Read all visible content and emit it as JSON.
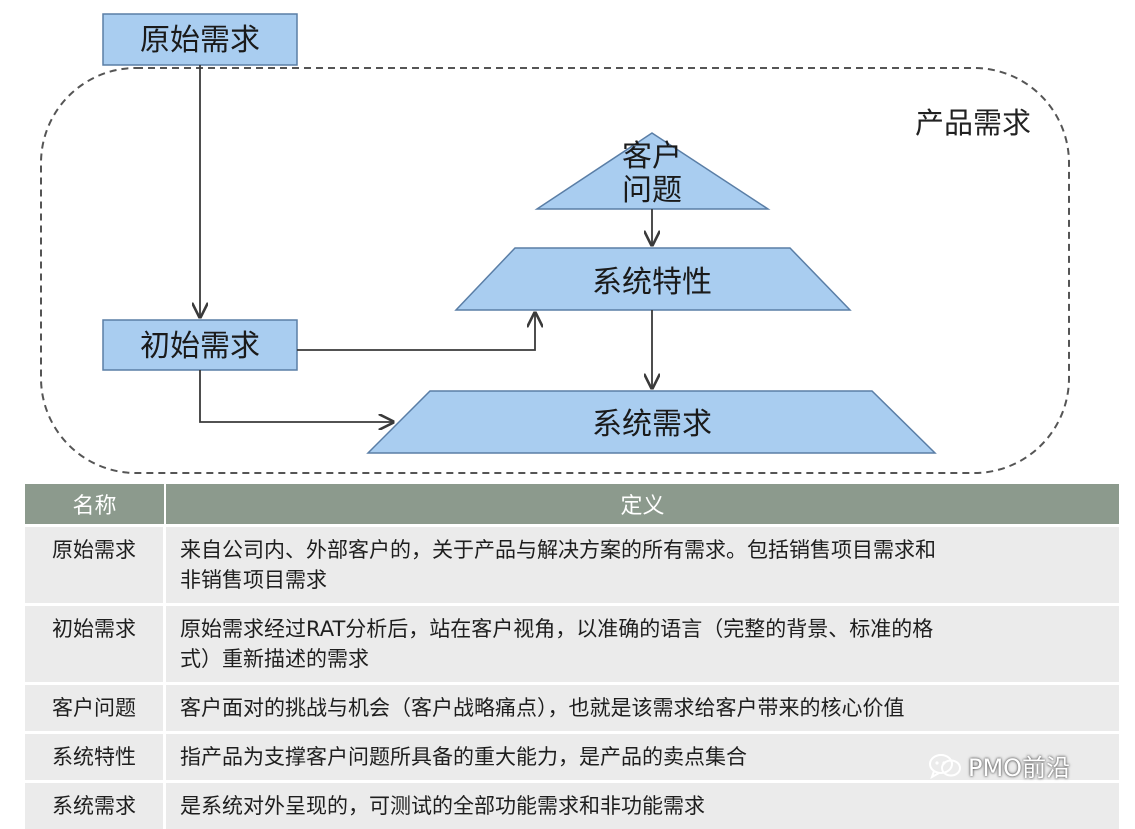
{
  "diagram": {
    "group_label": "产品需求",
    "nodes": {
      "raw": "原始需求",
      "initial": "初始需求",
      "customer_problem": [
        "客户",
        "问题"
      ],
      "system_features": "系统特性",
      "system_requirements": "系统需求"
    },
    "colors": {
      "node_fill": "#a9cdf0",
      "node_stroke": "#5a7ea6",
      "edge": "#3a3a3a",
      "group_border": "#555555"
    }
  },
  "table": {
    "headers": {
      "name": "名称",
      "definition": "定义"
    },
    "rows": [
      {
        "name": "原始需求",
        "definition": [
          "来自公司内、外部客户的，关于产品与解决方案的所有需求。包括销售项目需求和",
          "非销售项目需求"
        ]
      },
      {
        "name": "初始需求",
        "definition": [
          "原始需求经过RAT分析后，站在客户视角，以准确的语言（完整的背景、标准的格",
          "式）重新描述的需求"
        ]
      },
      {
        "name": "客户问题",
        "definition": [
          "客户面对的挑战与机会（客户战略痛点），也就是该需求给客户带来的核心价值"
        ]
      },
      {
        "name": "系统特性",
        "definition": [
          "指产品为支撑客户问题所具备的重大能力，是产品的卖点集合"
        ]
      },
      {
        "name": "系统需求",
        "definition": [
          "是系统对外呈现的，可测试的全部功能需求和非功能需求"
        ]
      }
    ],
    "colors": {
      "header_bg": "#8c9a8d",
      "cell_bg": "#ebebeb"
    }
  },
  "watermark": {
    "text": "PMO前沿",
    "icon": "wechat-icon"
  }
}
